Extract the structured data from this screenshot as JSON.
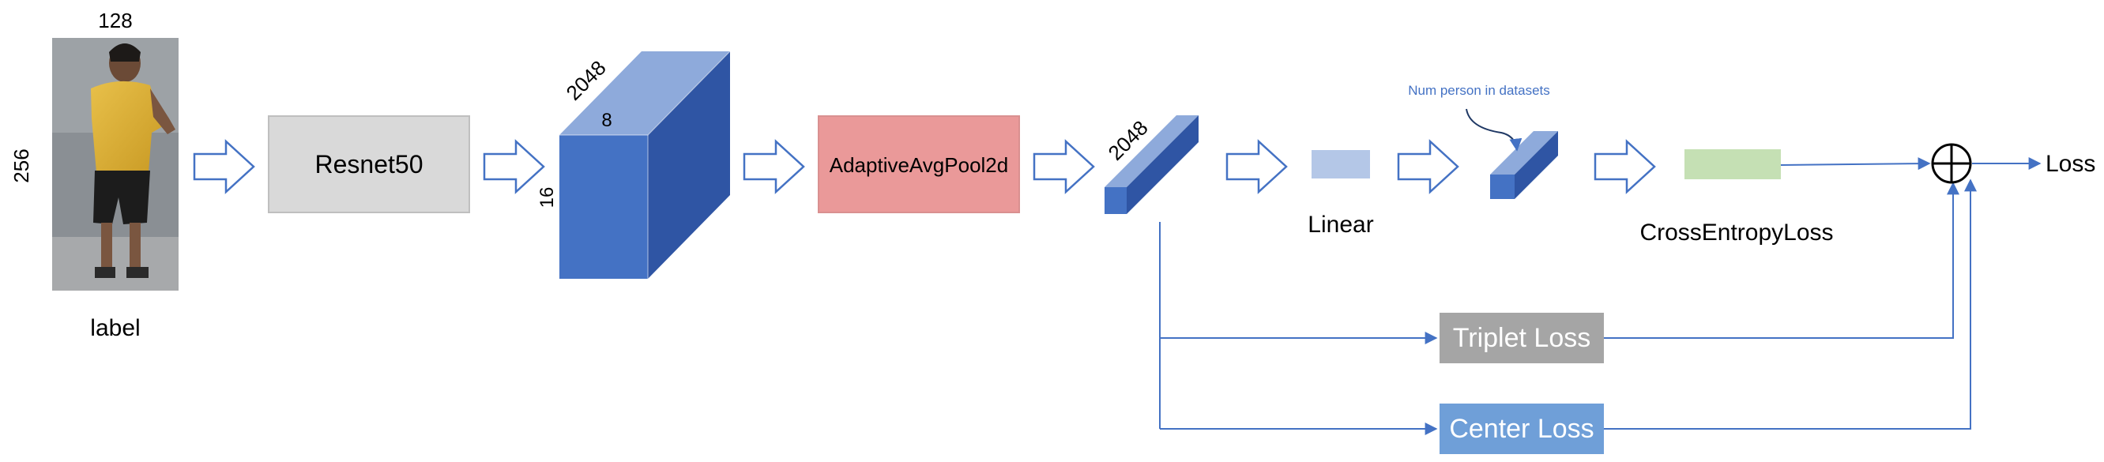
{
  "input_image": {
    "width_label": "128",
    "height_label": "256",
    "caption": "label"
  },
  "backbone": {
    "label": "Resnet50"
  },
  "feature_map": {
    "channels": "2048",
    "width": "8",
    "height": "16"
  },
  "pool": {
    "label": "AdaptiveAvgPool2d"
  },
  "pooled_vector": {
    "channels": "2048"
  },
  "linear": {
    "label": "Linear"
  },
  "classifier": {
    "annotation": "Num person in datasets"
  },
  "ce_loss": {
    "label": "CrossEntropyLoss"
  },
  "triplet_loss": {
    "label": "Triplet Loss"
  },
  "center_loss": {
    "label": "Center Loss"
  },
  "output": {
    "label": "Loss"
  },
  "colors": {
    "arrow_stroke": "#4472c4",
    "backbone_fill": "#d9d9d9",
    "pool_fill": "#ea9999",
    "cube_front": "#4472c4",
    "cube_top": "#8eaadb",
    "cube_side": "#2f55a4",
    "linear_fill": "#b4c7e7",
    "ce_fill": "#c5e0b4",
    "triplet_fill": "#a5a5a5",
    "center_fill": "#6f9fd8",
    "annotation_text": "#4472c4"
  }
}
